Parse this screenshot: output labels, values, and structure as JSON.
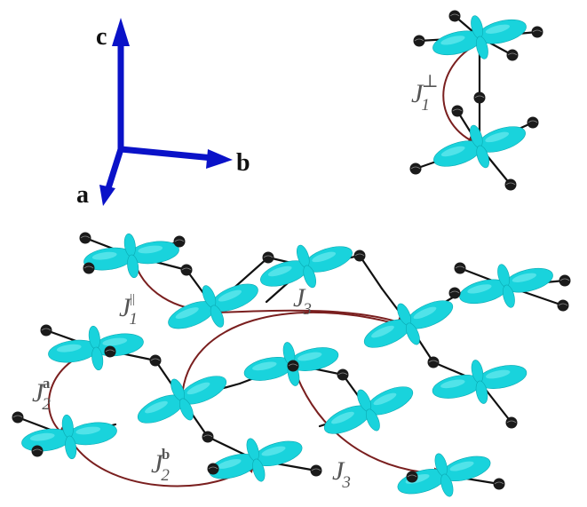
{
  "axes": {
    "color": "#0a12c8",
    "labels": {
      "c": "c",
      "b": "b",
      "a": "a"
    }
  },
  "exchange": {
    "color": "#7a1f1f",
    "labels": {
      "J1_perp": {
        "base": "J",
        "sub": "1",
        "sup": "⊥"
      },
      "J1_par": {
        "base": "J",
        "sub": "1",
        "sup": "||"
      },
      "J3_top": {
        "base": "J",
        "sub": "3"
      },
      "J2_a": {
        "base": "J",
        "sub": "2",
        "sup": "a"
      },
      "J2_b": {
        "base": "J",
        "sub": "2",
        "sup": "b"
      },
      "J3_bottom": {
        "base": "J",
        "sub": "3"
      }
    }
  },
  "orbital_color": "#19d3dc",
  "ligand_color": "#1a1a1a"
}
